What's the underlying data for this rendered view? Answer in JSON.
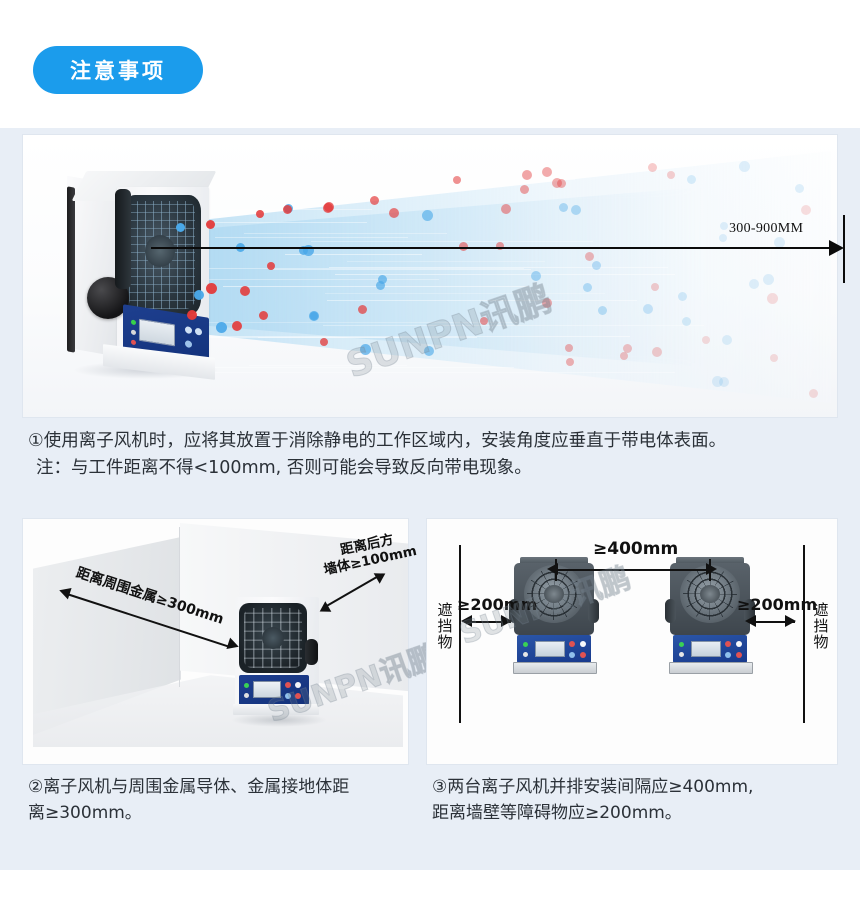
{
  "header": {
    "badge_label": "注意事项"
  },
  "top_figure": {
    "distance_label": "300-900MM",
    "watermark": "SUNPN讯鹏",
    "device_name": "ionizing-air-blower",
    "ion_colors": {
      "positive": "#e33a3a",
      "negative": "#4aa8e8",
      "airflow": "#bfe0f4"
    }
  },
  "captions": {
    "item1_line1": "①使用离子风机时，应将其放置于消除静电的工作区域内，安装角度应垂直于带电体表面。",
    "item1_line2": "注：与工件距离不得<100mm, 否则可能会导致反向带电现象。",
    "item2_line1": "②离子风机与周围金属导体、金属接地体距",
    "item2_line2": "离≥300mm。",
    "item3_line1": "③两台离子风机并排安装间隔应≥400mm,",
    "item3_line2": "距离墙壁等障碍物应≥200mm。"
  },
  "bottom_left_figure": {
    "label_metal_line1": "距离周围金属≥300mm",
    "label_wall_line1": "距离后方",
    "label_wall_line2": "墙体≥100mm",
    "watermark": "SUNPN讯鹏"
  },
  "bottom_right_figure": {
    "label_spacing": "≥400mm",
    "label_left_gap": "≥200mm",
    "label_right_gap": "≥200mm",
    "barrier_left": "遮挡物",
    "barrier_right": "遮挡物",
    "watermark": "SUNPN讯鹏"
  },
  "colors": {
    "badge_blue": "#1b9cec",
    "block_background": "#e8eef6",
    "panel_background": "#fdfdfd",
    "text": "#2b3138"
  }
}
